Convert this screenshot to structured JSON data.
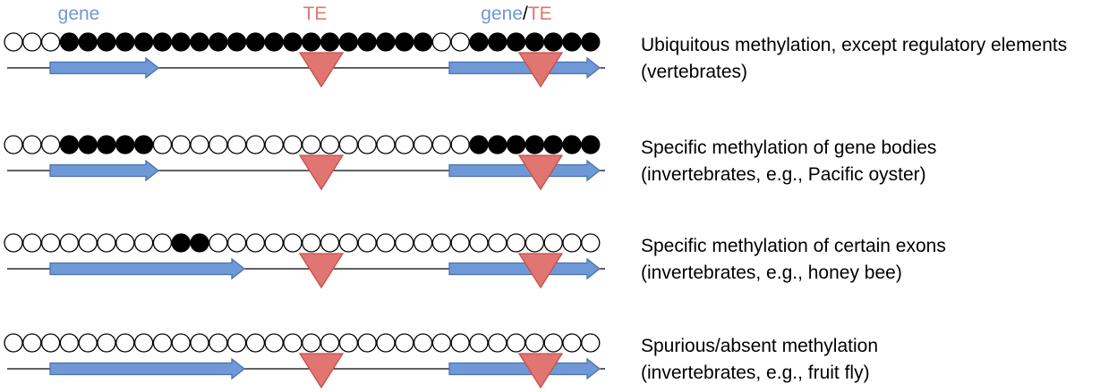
{
  "header": {
    "gene": "gene",
    "te": "TE",
    "gene_te_gene": "gene",
    "gene_te_sep": "/",
    "gene_te_te": "TE"
  },
  "colors": {
    "gene": "#6f98d6",
    "gene_stroke": "#4a72b0",
    "te": "#e07571",
    "te_stroke": "#c84f4b",
    "methylated": "#000000",
    "unmethylated": "#ffffff",
    "line": "#000000"
  },
  "circle_count": 32,
  "rows": [
    {
      "label_line1": "Ubiquitous methylation, except regulatory elements",
      "label_line2": "(vertebrates)",
      "methylated": [
        3,
        4,
        5,
        6,
        7,
        8,
        9,
        10,
        11,
        12,
        13,
        14,
        15,
        16,
        17,
        18,
        19,
        20,
        21,
        22,
        25,
        26,
        27,
        28,
        29,
        30,
        31
      ]
    },
    {
      "label_line1": "Specific methylation of gene bodies",
      "label_line2": "(invertebrates, e.g., Pacific oyster)",
      "methylated": [
        3,
        4,
        5,
        6,
        7,
        25,
        26,
        27,
        28,
        29,
        30,
        31
      ]
    },
    {
      "label_line1": "Specific methylation of certain exons",
      "label_line2": "(invertebrates, e.g., honey bee)",
      "methylated": [
        9,
        10
      ]
    },
    {
      "label_line1": "Spurious/absent methylation",
      "label_line2": "(invertebrates, e.g., fruit fly)",
      "methylated": []
    }
  ]
}
